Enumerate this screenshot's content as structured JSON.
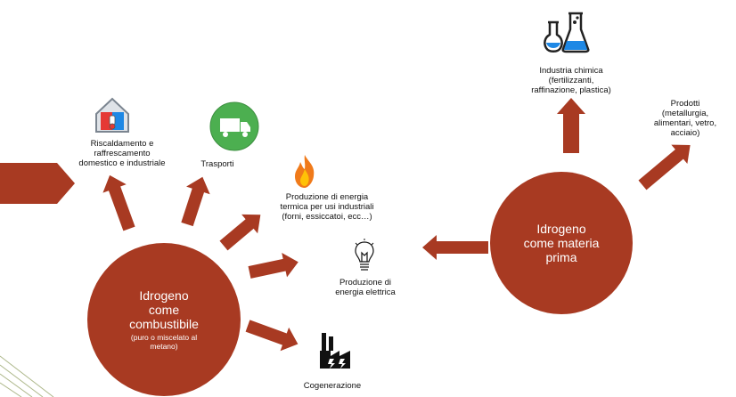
{
  "fuel_hub": {
    "title_line1": "Idrogeno",
    "title_line2": "come",
    "title_line3": "combustibile",
    "note_line1": "(puro o miscelato al",
    "note_line2": "metano)"
  },
  "raw_hub": {
    "title_line1": "Idrogeno",
    "title_line2": "come materia",
    "title_line3": "prima"
  },
  "uses": {
    "heating_line1": "Riscaldamento e",
    "heating_line2": "raffrescamento",
    "heating_line3": "domestico e industriale",
    "transport": "Trasporti",
    "thermal_line1": "Produzione di energia",
    "thermal_line2": "termica per usi industriali",
    "thermal_line3": "(forni, essiccatoi, ecc…)",
    "electric_line1": "Produzione di",
    "electric_line2": "energia elettrica",
    "cogeneration": "Cogenerazione",
    "chemical_line1": "Industria chimica",
    "chemical_line2": "(fertilizzanti,",
    "chemical_line3": "raffinazione, plastica)",
    "products_line1": "Prodotti",
    "products_line2": "(metallurgia,",
    "products_line3": "alimentari, vetro,",
    "products_line4": "acciaio)"
  },
  "colors": {
    "accent": "#a83a22",
    "transport_green": "#4caf50",
    "flame_orange": "#f07a1a"
  },
  "icons": [
    "house-climate-icon",
    "truck-icon",
    "flame-icon",
    "lightbulb-icon",
    "factory-icon",
    "lab-flasks-icon"
  ]
}
